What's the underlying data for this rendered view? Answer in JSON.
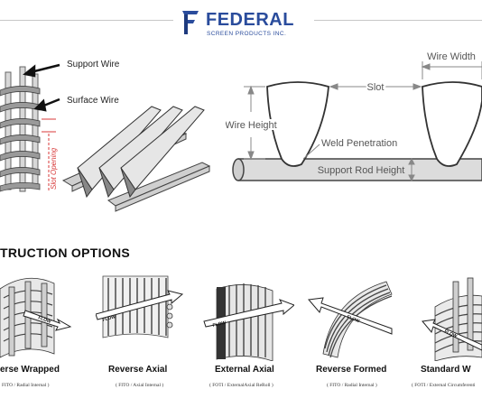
{
  "brand": {
    "name": "FEDERAL",
    "subtitle": "SCREEN PRODUCTS INC."
  },
  "screen_diagram": {
    "support_wire_label": "Support Wire",
    "surface_wire_label": "Surface Wire",
    "slot_opening_label": "Slot Opening"
  },
  "profile_diagram": {
    "wire_width_label": "Wire Width",
    "slot_label": "Slot",
    "wire_height_label": "Wire Height",
    "weld_penetration_label": "Weld Penetration",
    "support_rod_height_label": "Support Rod Height"
  },
  "section_heading": "TRUCTION OPTIONS",
  "options": [
    {
      "name": "erse Wrapped",
      "code": "FITO / Radial Internal )",
      "flow": "FLOW"
    },
    {
      "name": "Reverse Axial",
      "code": "( FITO / Axial Internal )",
      "flow": "FLOW"
    },
    {
      "name": "External Axial",
      "code": "( FOTI / ExternalAxial ReRoll )",
      "flow": "FLOW"
    },
    {
      "name": "Reverse Formed",
      "code": "( FITO / Radial Internal )",
      "flow": "FLOW"
    },
    {
      "name": "Standard W",
      "code": "( FOTI / External Circumferenti",
      "flow": "FLOW"
    }
  ],
  "colors": {
    "brand_blue": "#2a4c9c",
    "slot_red": "#d83a3a",
    "line_gray": "#888888"
  }
}
